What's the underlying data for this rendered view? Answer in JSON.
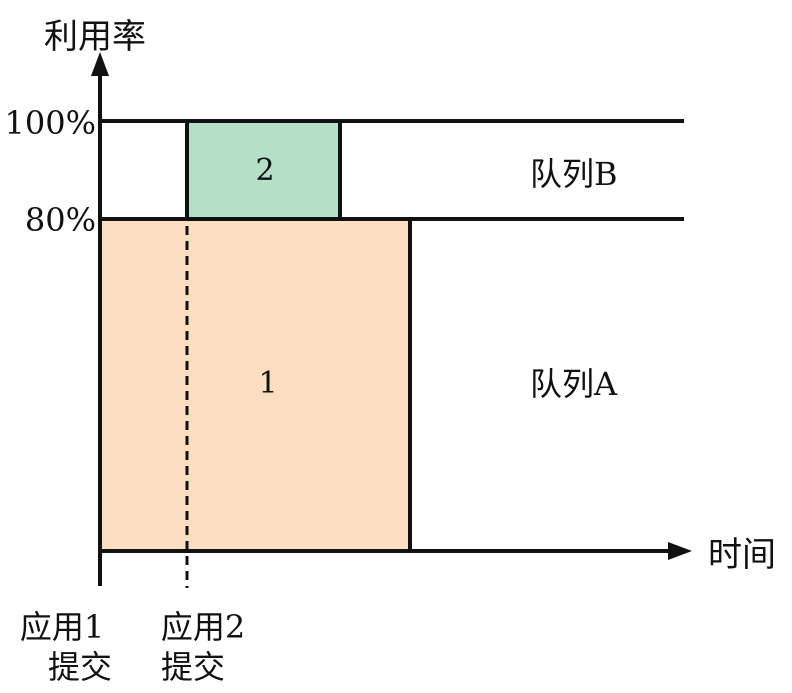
{
  "y_axis": {
    "title": "利用率"
  },
  "x_axis": {
    "title": "时间"
  },
  "ticks": {
    "top": "100%",
    "mid": "80%"
  },
  "queues": {
    "b": "队列B",
    "a": "队列A"
  },
  "blocks": {
    "app1": {
      "label": "1",
      "fill": "#fbdfc0"
    },
    "app2": {
      "label": "2",
      "fill": "#b5dfc6"
    }
  },
  "events": {
    "app1": {
      "line1": "应用1",
      "line2": "提交"
    },
    "app2": {
      "line1": "应用2",
      "line2": "提交"
    }
  }
}
